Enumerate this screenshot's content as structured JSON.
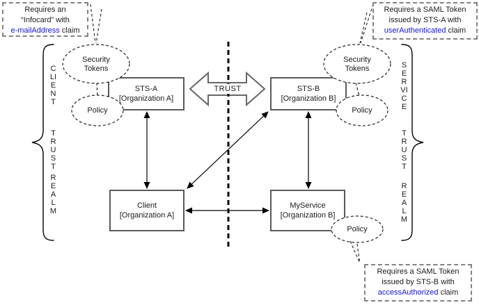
{
  "callouts": {
    "top_left": {
      "line1": "Requires an",
      "line2": "“Infocard” with",
      "claim": "e-mailAddress",
      "suffix": " claim"
    },
    "top_right": {
      "line1": "Requires a SAML Token",
      "line2": "issued by STS-A with",
      "claim": "userAuthenticated",
      "suffix": " claim"
    },
    "bottom_right": {
      "line1": "Requires a SAML Token",
      "line2": "issued by STS-B with",
      "claim": "accessAuthorized",
      "suffix": " claim"
    }
  },
  "realms": {
    "left": {
      "line1": "CLIENT",
      "line2": "TRUST",
      "line3": "REALM"
    },
    "right": {
      "line1": "SERVICE",
      "line2": "TRUST",
      "line3": "REALM"
    }
  },
  "nodes": {
    "sts_a": {
      "name": "STS-A",
      "org": "[Organization A]"
    },
    "sts_b": {
      "name": "STS-B",
      "org": "[Organization B]"
    },
    "client": {
      "name": "Client",
      "org": "[Organization A]"
    },
    "myservice": {
      "name": "MyService",
      "org": "[Organization B]"
    },
    "security_tokens_left": "Security Tokens",
    "security_tokens_right": "Security Tokens",
    "policy_sts_a": "Policy",
    "policy_sts_b": "Policy",
    "policy_myservice": "Policy"
  },
  "trust_arrow_label": "TRUST",
  "colors": {
    "claim_text": "#1414dd",
    "box_border": "#595959",
    "block_arrow_border": "#666666",
    "callout_border": "#828282",
    "line_color": "#000000",
    "background": "#ffffff"
  }
}
